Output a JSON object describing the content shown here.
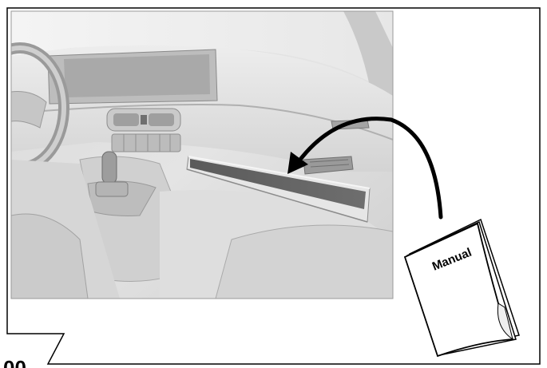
{
  "figure": {
    "manual_label": "Manual",
    "page_number_fragment": "00",
    "icons": [
      "car-interior-illustration",
      "curved-arrow-icon",
      "manual-booklet-icon"
    ]
  }
}
